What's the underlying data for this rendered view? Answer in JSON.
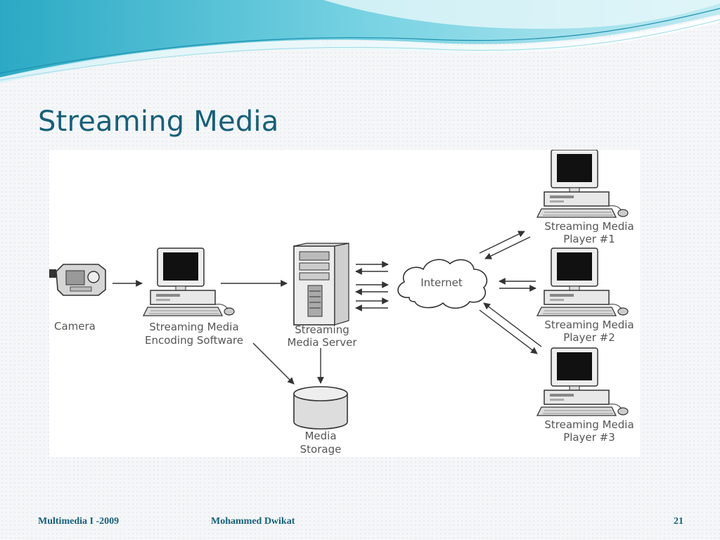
{
  "slide": {
    "title": "Streaming Media"
  },
  "diagram": {
    "nodes": {
      "camera": "Camera",
      "encoder": [
        "Streaming Media",
        "Encoding Software"
      ],
      "server": [
        "Streaming",
        "Media Server"
      ],
      "storage": [
        "Media",
        "Storage"
      ],
      "internet": "Internet",
      "player1": [
        "Streaming Media",
        "Player #1"
      ],
      "player2": [
        "Streaming Media",
        "Player #2"
      ],
      "player3": [
        "Streaming Media",
        "Player #3"
      ]
    }
  },
  "footer": {
    "left": "Multimedia I -2009",
    "center": "Mohammed Dwikat",
    "page": "21"
  },
  "colors": {
    "title": "#17607a",
    "accent_wave": "#5cc6d8",
    "footer": "#17607a"
  }
}
